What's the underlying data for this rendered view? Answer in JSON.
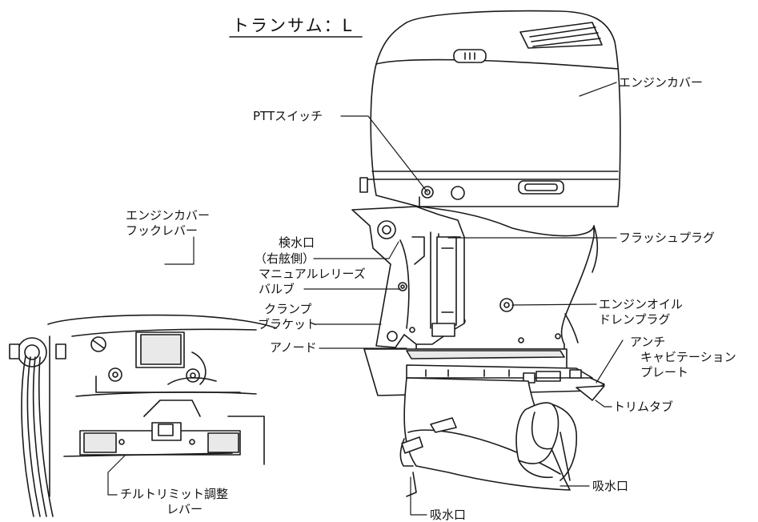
{
  "title": "トランサム：L",
  "labels": {
    "ptt_switch": "PTTスイッチ",
    "engine_cover": "エンジンカバー",
    "cover_hook_lever_1": "エンジンカバー",
    "cover_hook_lever_2": "フックレバー",
    "check_port_1": "検水口",
    "check_port_2": "（右舷側）",
    "manual_release_1": "マニュアルレリーズ",
    "manual_release_2": "バルブ",
    "clamp_bracket_1": "クランプ",
    "clamp_bracket_2": "ブラケット",
    "anode": "アノード",
    "flush_plug": "フラッシュプラグ",
    "oil_drain_1": "エンジンオイル",
    "oil_drain_2": "ドレンプラグ",
    "anti_cav_1": "アンチ",
    "anti_cav_2": "キャビテーション",
    "anti_cav_3": "プレート",
    "trim_tab": "トリムタブ",
    "water_intake_right": "吸水口",
    "water_intake_bottom": "吸水口",
    "tilt_lever_1": "チルトリミット調整",
    "tilt_lever_2": "レバー"
  },
  "colors": {
    "line": "#1a1a1a",
    "fill": "#ffffff",
    "shade": "#e9e9e9"
  }
}
